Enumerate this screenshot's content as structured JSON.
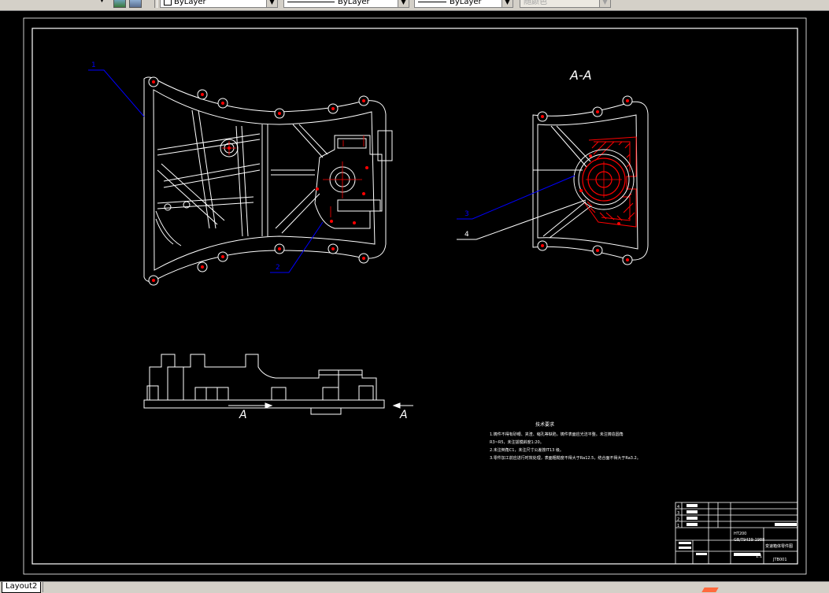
{
  "toolbar": {
    "icons": [
      "layer-stack-icon",
      "layer-previous-icon"
    ],
    "color_combo": "ByLayer",
    "linetype_combo": "ByLayer",
    "lineweight_combo": "ByLayer",
    "plotstyle_combo": "随颜色"
  },
  "drawing": {
    "balloons": [
      "1",
      "2",
      "3",
      "4"
    ],
    "section_title": "A-A",
    "section_marker": "A",
    "section_marker_right": "A",
    "notes_title": "技术要求",
    "notes": [
      "1.铸件不得有砂眼、夹渣、缩孔等缺陷，铸件表面应光洁平整。未注铸造圆角",
      "   R3~R5，未注拔模斜度1:20。",
      "2.未注倒角C1，未注尺寸公差按IT13 级。",
      "3.零件加工前应进行时效处理，表面粗糙度不得大于Ra12.5，结合面不得大于Ra3.2。"
    ],
    "title_block": {
      "material": "HT200",
      "standard": "GB/T9439-1988",
      "name": "变速箱体零件图",
      "scale": "1:1",
      "drawing_no": "JTB001",
      "bom_rows": [
        "4",
        "3",
        "2",
        "1"
      ]
    }
  },
  "tabs": {
    "active": "Layout2"
  },
  "colors": {
    "geometry": "#ffffff",
    "leader": "#0000ff",
    "holes": "#ff0000",
    "hatch": "#ff0000",
    "toolbar_bg": "#d4d0c8"
  }
}
